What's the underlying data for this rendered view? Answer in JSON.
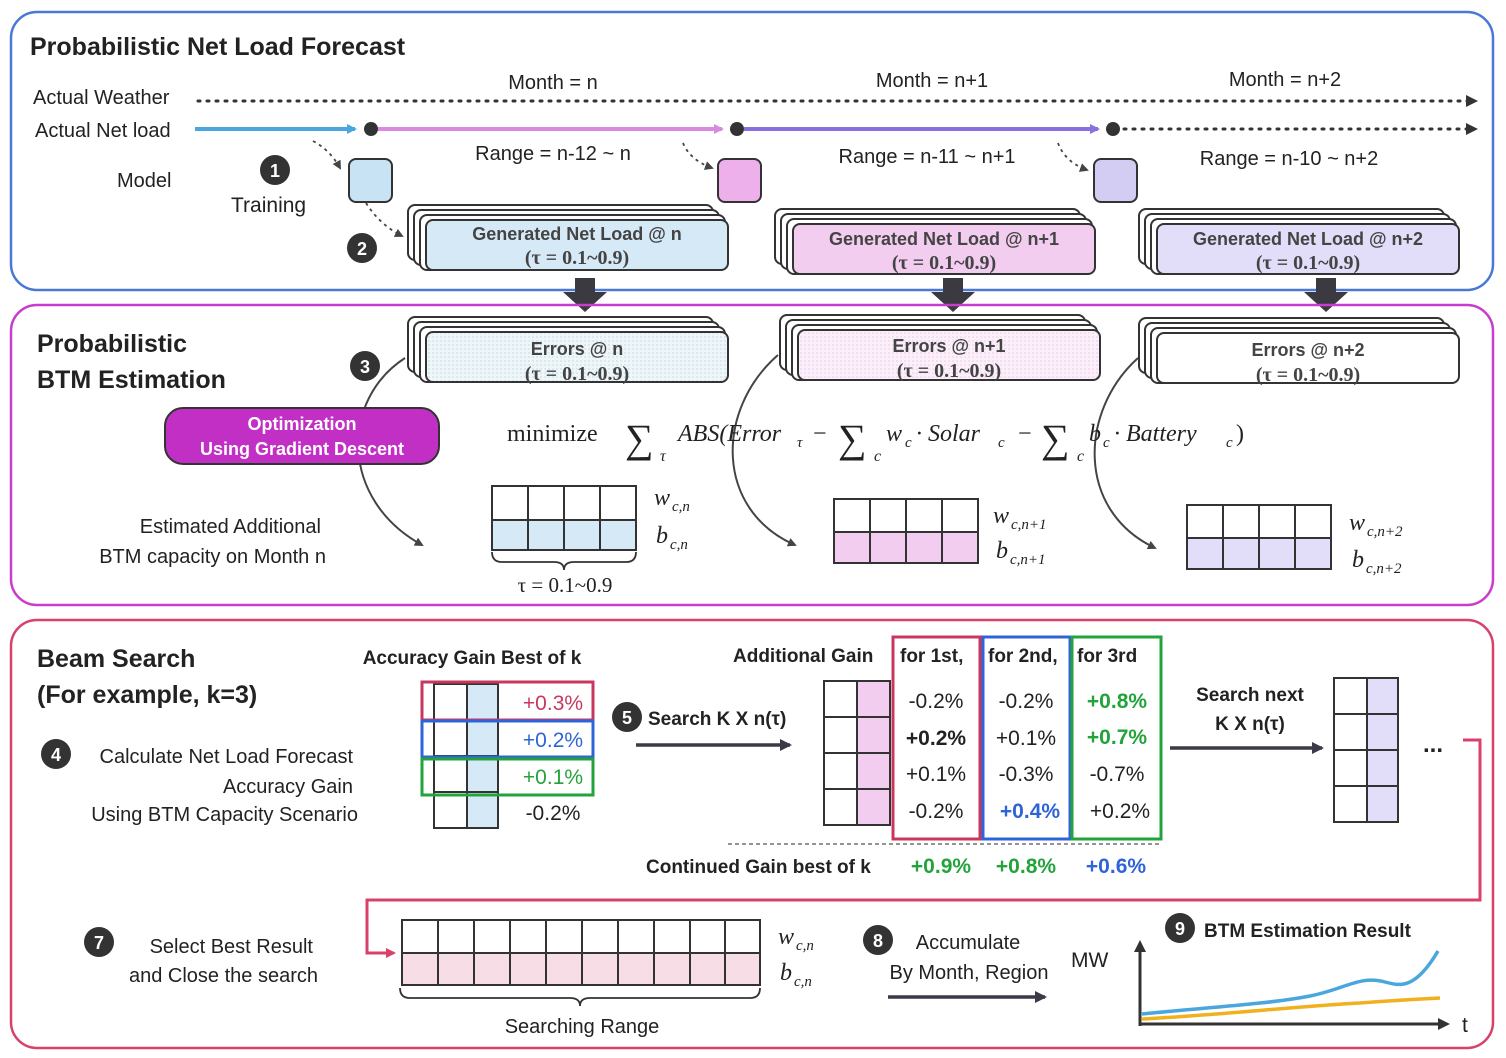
{
  "colors": {
    "panel1_border": "#4a78d6",
    "panel2_border": "#c93ccf",
    "panel3_border": "#d9416b",
    "blue_fill": "#d6e9f7",
    "pink_fill": "#f3cdef",
    "lavender_fill": "#dcd6f5",
    "red_box": "#c8385e",
    "blue_box": "#2f63d8",
    "green_box": "#23a33b",
    "magenta_pill": "#c22fc4",
    "line_blue": "#4aa7dd",
    "line_pink": "#d98ae0",
    "line_purple": "#8a6fe0",
    "curve_blue": "#4aa7dd",
    "curve_orange": "#f1b01e"
  },
  "forecast": {
    "title": "Probabilistic Net Load Forecast",
    "actual_weather": "Actual Weather",
    "actual_net_load": "Actual Net load",
    "model": "Model",
    "training": "Training",
    "step1": "1",
    "step2": "2",
    "months": [
      {
        "label": "Month = n",
        "range": "Range = n-12 ~ n",
        "generated": "Generated Net Load @ n",
        "tau": "(τ = 0.1~0.9)"
      },
      {
        "label": "Month = n+1",
        "range": "Range = n-11 ~ n+1",
        "generated": "Generated Net Load @ n+1",
        "tau": "(τ = 0.1~0.9)"
      },
      {
        "label": "Month = n+2",
        "range": "Range = n-10 ~ n+2",
        "generated": "Generated Net Load @ n+2",
        "tau": "(τ = 0.1~0.9)"
      }
    ]
  },
  "btm": {
    "title_line1": "Probabilistic",
    "title_line2": "BTM Estimation",
    "step3": "3",
    "optimization_line1": "Optimization",
    "optimization_line2": "Using Gradient Descent",
    "errors": [
      {
        "label": "Errors @ n",
        "tau": "(τ = 0.1~0.9)"
      },
      {
        "label": "Errors @ n+1",
        "tau": "(τ = 0.1~0.9)"
      },
      {
        "label": "Errors @ n+2",
        "tau": "(τ = 0.1~0.9)"
      }
    ],
    "formula": {
      "minimize": "minimize",
      "sum": "∑",
      "tau_sub": "τ",
      "c_sub": "c",
      "abs_open": "ABS(Error",
      "minus": "−",
      "w_c": "w",
      "dot_solar": " · Solar",
      "b_c": "b",
      "dot_battery": " · Battery",
      "close": ")"
    },
    "estimated_line1": "Estimated Additional",
    "estimated_line2": "BTM capacity on Month n",
    "tau_range": "τ = 0.1~0.9",
    "w_labels": [
      "w",
      "w",
      "w"
    ],
    "b_labels": [
      "b",
      "b",
      "b"
    ],
    "subs": [
      "c,n",
      "c,n+1",
      "c,n+2"
    ]
  },
  "beam": {
    "title_line1": "Beam Search",
    "title_line2": "(For example, k=3)",
    "accuracy_gain_best": "Accuracy Gain Best of k",
    "step4": "4",
    "calc_line1": "Calculate Net Load Forecast",
    "calc_line2": "Accuracy Gain",
    "calc_line3": "Using BTM Capacity Scenario",
    "gains": [
      "+0.3%",
      "+0.2%",
      "+0.1%",
      "-0.2%"
    ],
    "step5": "5",
    "search_k": "Search K X n(τ)",
    "additional_gain": "Additional Gain",
    "col_headers": [
      "for 1st,",
      "for 2nd,",
      "for 3rd"
    ],
    "col1": [
      "-0.2%",
      "+0.2%",
      "+0.1%",
      "-0.2%"
    ],
    "col2": [
      "-0.2%",
      "+0.1%",
      "-0.3%",
      "+0.4%"
    ],
    "col3": [
      "+0.8%",
      "+0.7%",
      "-0.7%",
      "+0.2%"
    ],
    "continued_label": "Continued Gain best of k",
    "continued": [
      "+0.9%",
      "+0.8%",
      "+0.6%"
    ],
    "search_next_line1": "Search next",
    "search_next_line2": "K X n(τ)",
    "ellipsis": "...",
    "step7": "7",
    "select_line1": "Select Best Result",
    "select_line2": "and Close the search",
    "searching_range": "Searching Range",
    "w_label": "w",
    "b_label": "b",
    "sub": "c,n",
    "step8": "8",
    "accumulate_line1": "Accumulate",
    "accumulate_line2": "By Month, Region",
    "step9": "9",
    "result_title": "BTM Estimation Result",
    "mw": "MW",
    "t": "t"
  }
}
